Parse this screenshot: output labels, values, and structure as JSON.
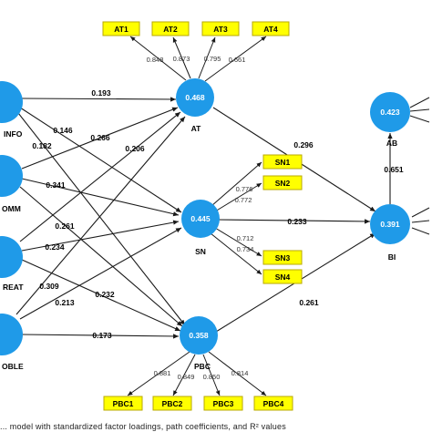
{
  "colors": {
    "construct_fill": "#1f9ae8",
    "indicator_fill": "#ffff00",
    "indicator_stroke": "#b8a800",
    "line": "#1a1a1a",
    "construct_text": "#ffffff",
    "label_text": "#000000"
  },
  "constructs": {
    "info": {
      "label": "INFO",
      "value": ""
    },
    "comm": {
      "label": "OMM",
      "value": ""
    },
    "creat": {
      "label": "REAT",
      "value": ""
    },
    "noble": {
      "label": "OBLE",
      "value": ""
    },
    "at": {
      "label": "AT",
      "value": "0.468"
    },
    "sn": {
      "label": "SN",
      "value": "0.445"
    },
    "pbc": {
      "label": "PBC",
      "value": "0.358"
    },
    "bi": {
      "label": "BI",
      "value": "0.391"
    },
    "ab": {
      "label": "AB",
      "value": "0.423"
    }
  },
  "indicators": {
    "at1": "AT1",
    "at2": "AT2",
    "at3": "AT3",
    "at4": "AT4",
    "sn1": "SN1",
    "sn2": "SN2",
    "sn3": "SN3",
    "sn4": "SN4",
    "pbc1": "PBC1",
    "pbc2": "PBC2",
    "pbc3": "PBC3",
    "pbc4": "PBC4"
  },
  "paths": {
    "info_at": "0.193",
    "info_sn": "0.146",
    "info_pbc": "0.182",
    "comm_at": "0.266",
    "comm_sn": "0.341",
    "comm_pbc": "0.261",
    "creat_at": "0.206",
    "creat_sn": "0.234",
    "creat_pbc": "0.232",
    "noble_at": "0.309",
    "noble_sn": "0.213",
    "noble_pbc": "0.173",
    "at_bi": "0.296",
    "sn_bi": "0.233",
    "pbc_bi": "0.261",
    "bi_ab": "0.651"
  },
  "loadings": {
    "at1": "0.848",
    "at2": "0.873",
    "at3": "0.795",
    "at4": "0.661",
    "sn1": "0.776",
    "sn2": "0.772",
    "sn3": "0.712",
    "sn4": "0.734",
    "pbc1": "0.881",
    "pbc2": "0.849",
    "pbc3": "0.850",
    "pbc4": "0.814"
  },
  "caption": "... model with standardized factor loadings, path coefficients, and R² values"
}
